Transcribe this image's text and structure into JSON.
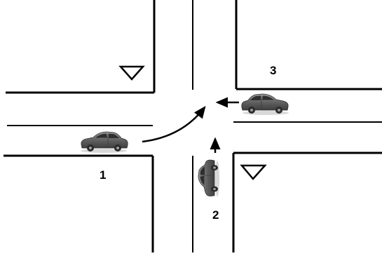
{
  "diagram": {
    "description_labels": {
      "car_1": "1",
      "car_2": "2",
      "car_3": "3"
    },
    "colors": {
      "road_line": "#000000",
      "car_body": "#5f5f5f",
      "car_roof": "#8a8a8a",
      "car_window": "#2f2f2f",
      "background": "#ffffff"
    },
    "signs": [
      {
        "type": "yield-triangle",
        "icon": "yield-sign-icon"
      },
      {
        "type": "yield-triangle",
        "icon": "yield-sign-icon"
      }
    ]
  }
}
